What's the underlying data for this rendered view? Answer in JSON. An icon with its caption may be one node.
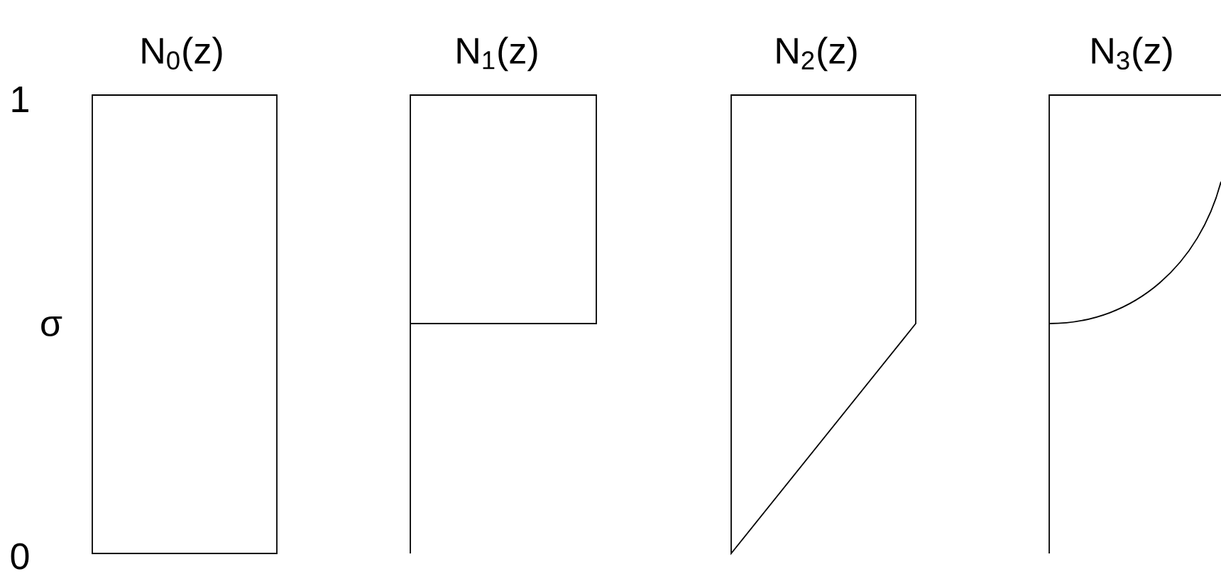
{
  "diagram": {
    "labels": [
      "N$_{0}$(z)",
      "N$_{1}$(z)",
      "N$_{2}$(z)",
      "N$_{3}$(z)",
      "1",
      "σ",
      "0"
    ]
  }
}
